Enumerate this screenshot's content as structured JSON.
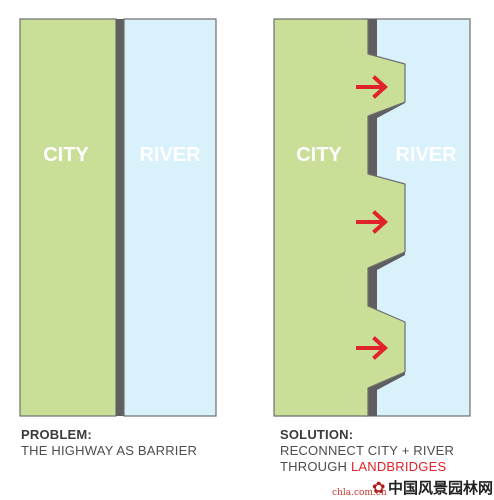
{
  "colors": {
    "city_green": "#c9df98",
    "river_blue": "#d8f1fb",
    "highway_gray": "#5f5f5f",
    "outline": "#6f6f6f",
    "arrow_red": "#e0222a",
    "label_white": "#ffffff"
  },
  "left_panel": {
    "city_label": "CITY",
    "river_label": "RIVER"
  },
  "right_panel": {
    "city_label": "CITY",
    "river_label": "RIVER",
    "arrows": [
      "arrow-right-icon",
      "arrow-right-icon",
      "arrow-right-icon"
    ]
  },
  "captions": {
    "problem_head": "PROBLEM:",
    "problem_text": "THE HIGHWAY AS BARRIER",
    "solution_head": "SOLUTION:",
    "solution_line1": "RECONNECT CITY + RIVER",
    "solution_line2_prefix": "THROUGH",
    "solution_line2_highlight": "LANDBRIDGES"
  },
  "watermark": {
    "site": "chla.com.cn",
    "name": "中国风景园林网"
  }
}
